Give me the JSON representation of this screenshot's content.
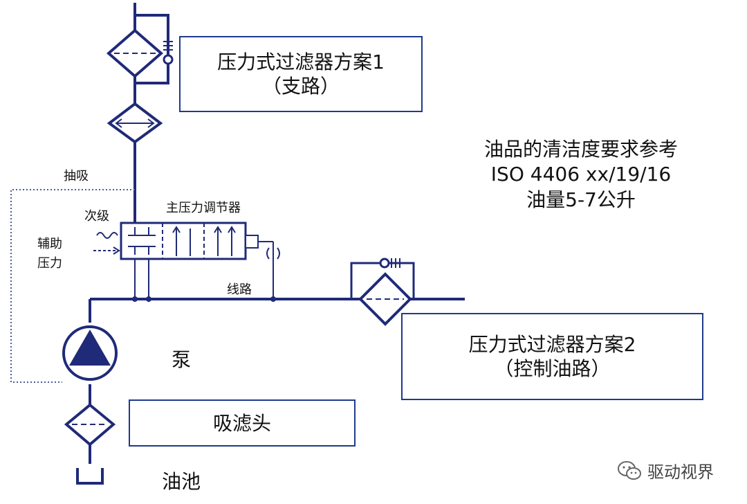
{
  "colors": {
    "line": "#1f2a78",
    "box_border": "#1f3a8a",
    "dotted": "#4a5a9a"
  },
  "boxes": {
    "filter1": {
      "line1": "压力式过滤器方案1",
      "line2": "（支路）"
    },
    "filter2": {
      "line1": "压力式过滤器方案2",
      "line2": "（控制油路）"
    },
    "suction": {
      "line1": "吸滤头"
    }
  },
  "labels": {
    "suction_draw": "抽吸",
    "main_regulator": "主压力调节器",
    "secondary": "次级",
    "aux_pressure_1": "辅助",
    "aux_pressure_2": "压力",
    "line": "线路",
    "pump": "泵",
    "tank": "油池"
  },
  "note": {
    "line1": "油品的清洁度要求参考",
    "line2": "ISO 4406 xx/19/16",
    "line3": "油量5-7公升"
  },
  "watermark": {
    "icon": "wechat-icon",
    "text": "驱动视界"
  }
}
